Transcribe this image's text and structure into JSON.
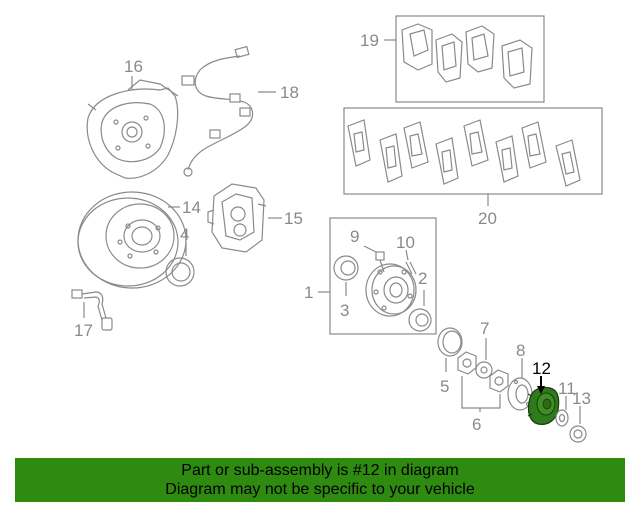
{
  "callouts": {
    "c1": "1",
    "c2": "2",
    "c3": "3",
    "c4": "4",
    "c5": "5",
    "c6": "6",
    "c7": "7",
    "c8": "8",
    "c9": "9",
    "c10": "10",
    "c11": "11",
    "c12": "12",
    "c13": "13",
    "c14": "14",
    "c15": "15",
    "c16": "16",
    "c17": "17",
    "c18": "18",
    "c19": "19",
    "c20": "20"
  },
  "highlight": {
    "callout": "12",
    "fill_color": "#2f7a1a"
  },
  "colors": {
    "line": "#8a8a8a",
    "banner_bg": "#2f8a10",
    "banner_text": "#000000"
  },
  "banner": {
    "line1": "Part or sub-assembly is #12 in diagram",
    "line2": "Diagram may not be specific to your vehicle"
  }
}
